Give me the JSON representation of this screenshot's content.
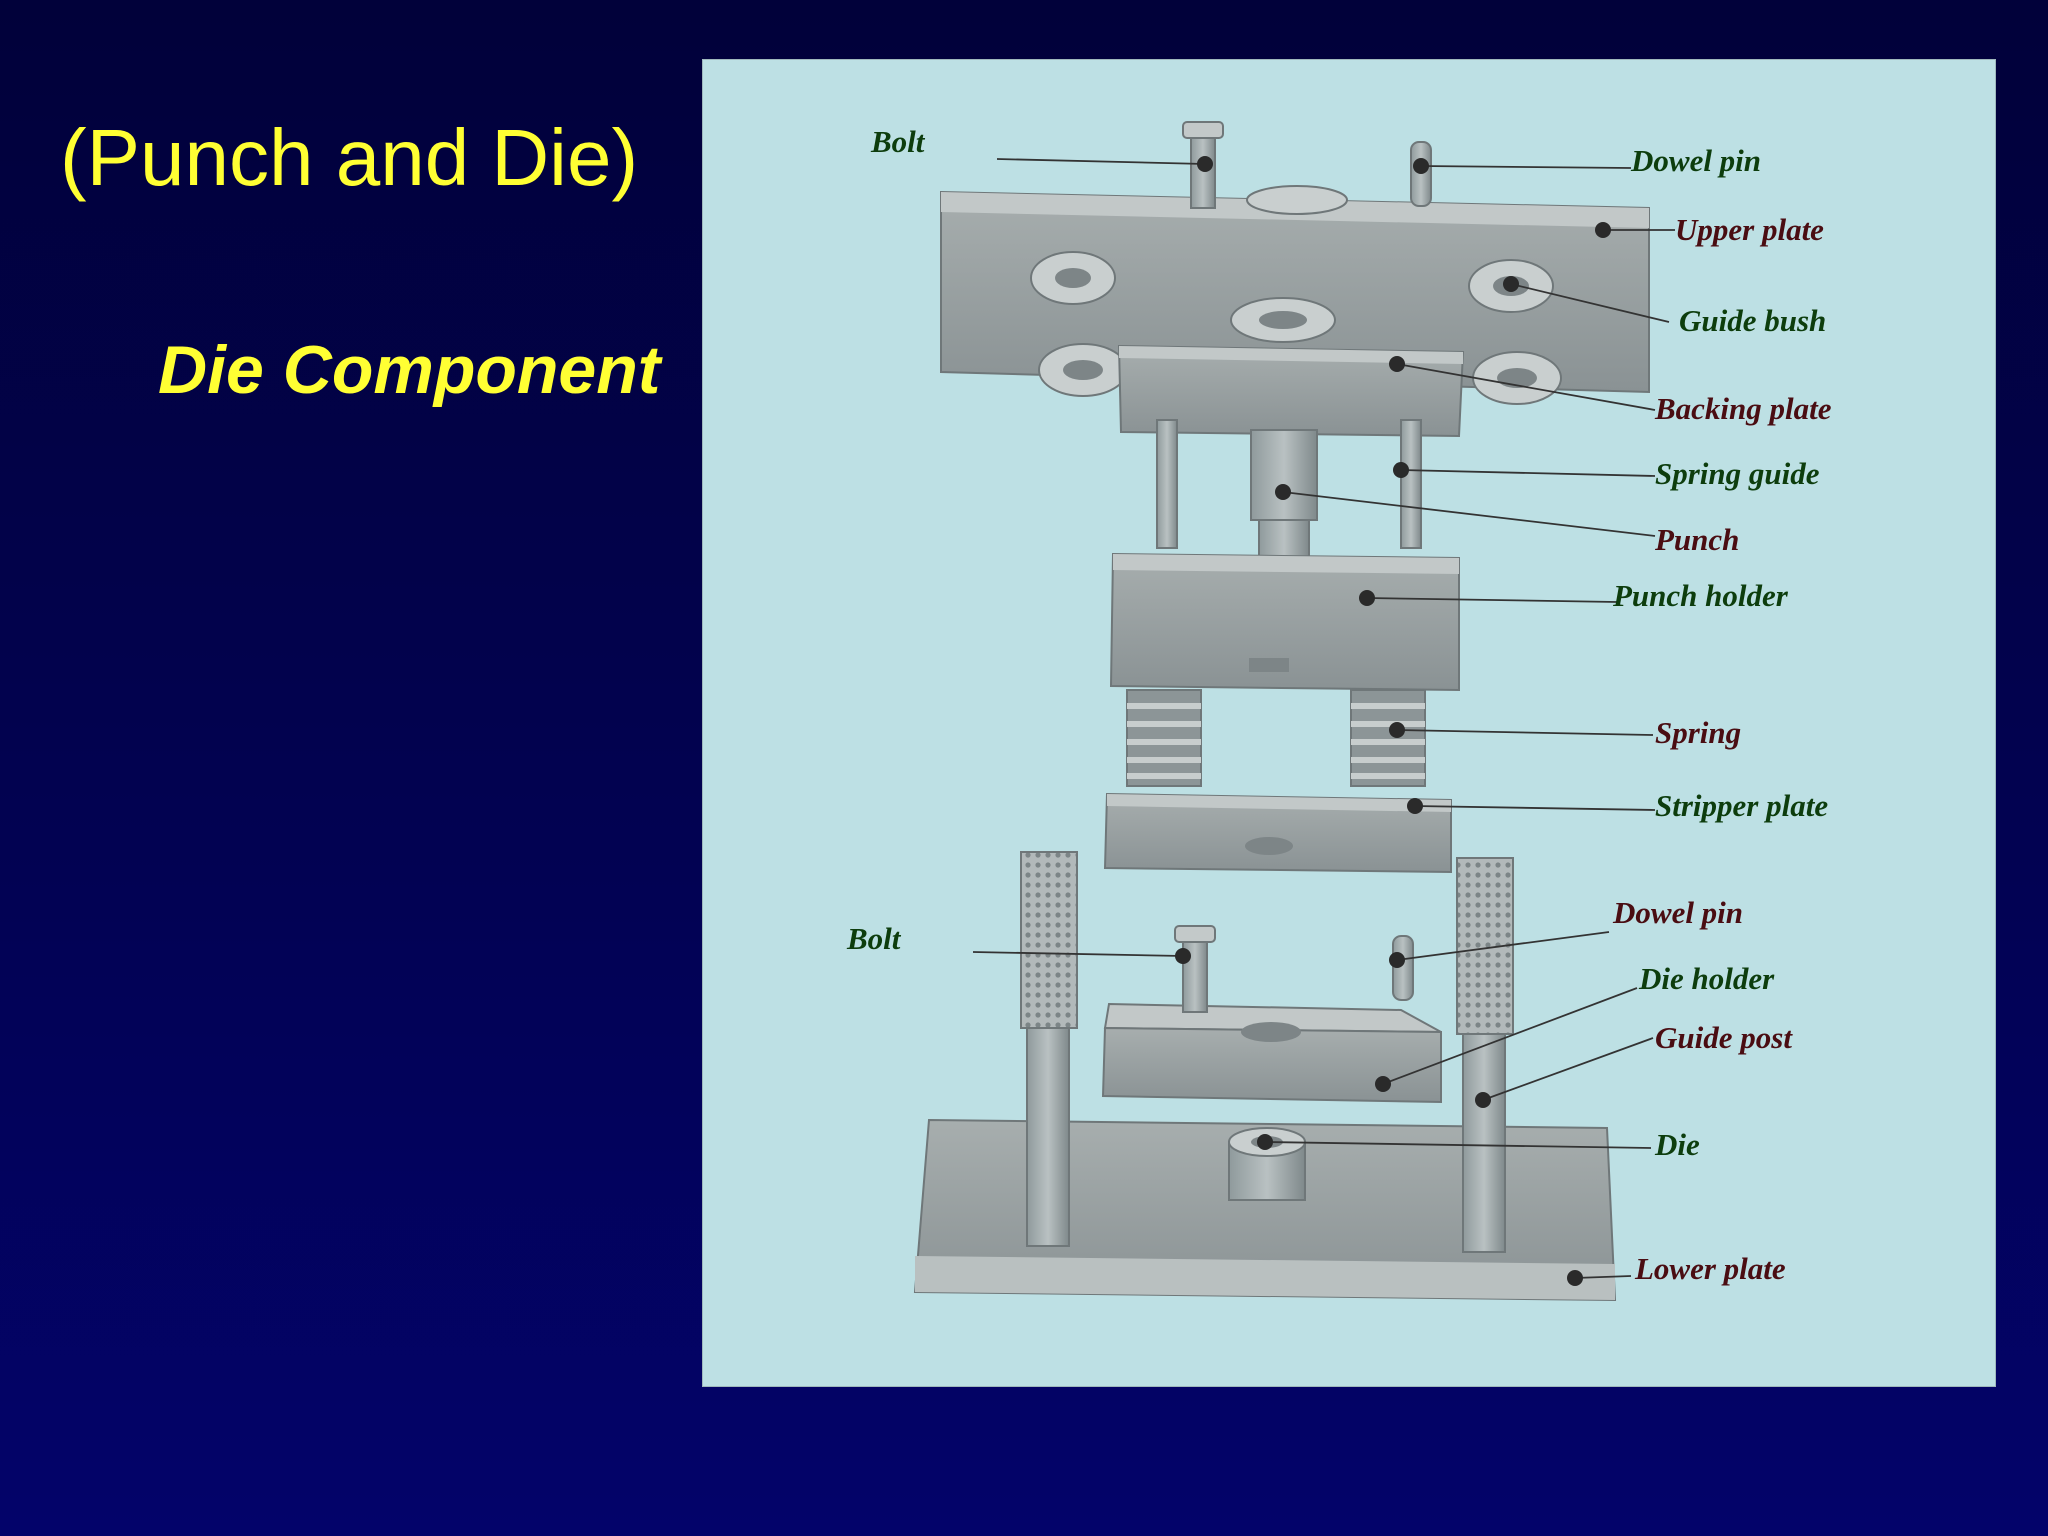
{
  "slide": {
    "title": "(Punch and Die)",
    "subtitle": "Die Component"
  },
  "figure": {
    "labels": {
      "bolt_top": "Bolt",
      "dowel_pin_top": "Dowel pin",
      "upper_plate": "Upper plate",
      "guide_bush": "Guide bush",
      "backing_plate": "Backing plate",
      "spring_guide": "Spring guide",
      "punch": "Punch",
      "punch_holder": "Punch holder",
      "spring": "Spring",
      "stripper_plate": "Stripper plate",
      "dowel_pin_bottom": "Dowel pin",
      "bolt_bottom": "Bolt",
      "die_holder": "Die holder",
      "guide_post": "Guide post",
      "die": "Die",
      "lower_plate": "Lower plate"
    }
  },
  "colors": {
    "background": "#020252",
    "title_text": "#ffff33",
    "panel": "#bde0e4",
    "label_green": "#0d3d0d",
    "label_red": "#4a0d12"
  }
}
